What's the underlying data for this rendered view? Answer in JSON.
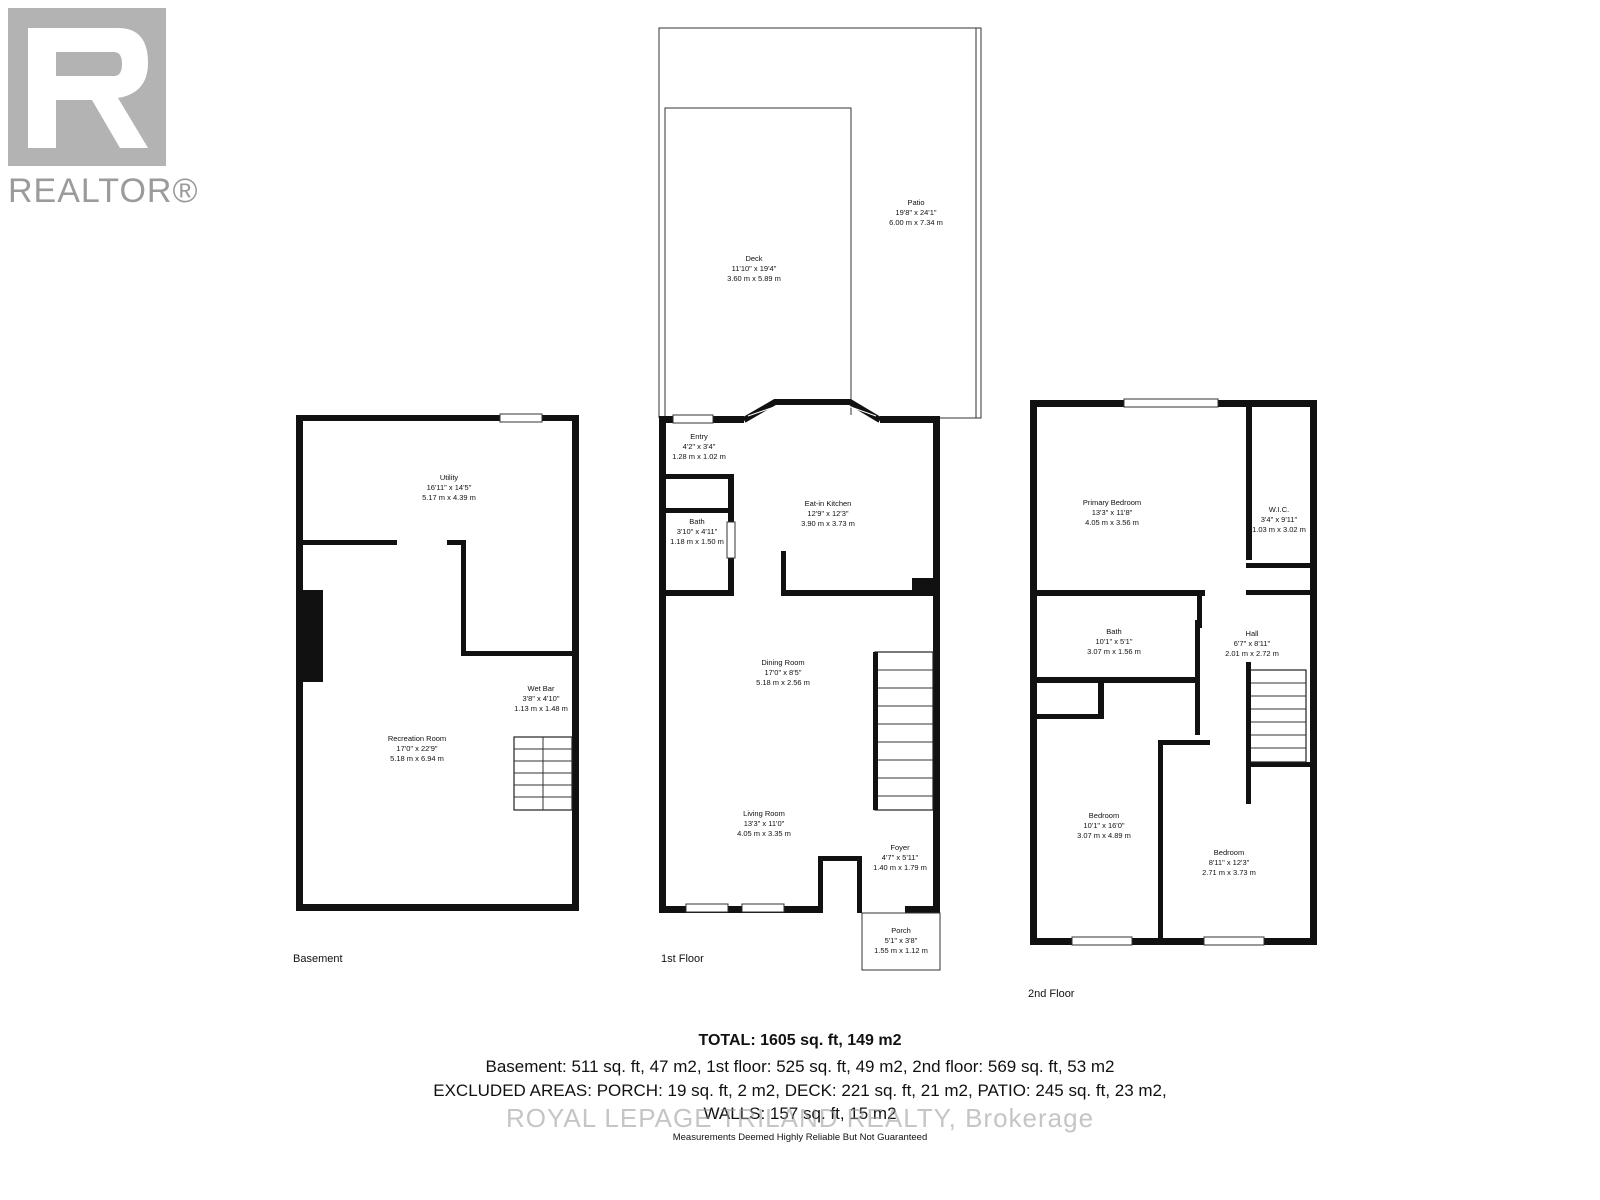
{
  "logo": {
    "text": "REALTOR®"
  },
  "floors": {
    "basement": "Basement",
    "first": "1st Floor",
    "second": "2nd Floor"
  },
  "rooms": {
    "deck": {
      "name": "Deck",
      "imperial": "11'10\" x 19'4\"",
      "metric": "3.60 m x 5.89 m"
    },
    "patio": {
      "name": "Patio",
      "imperial": "19'8\" x 24'1\"",
      "metric": "6.00 m x 7.34 m"
    },
    "entry": {
      "name": "Entry",
      "imperial": "4'2\" x 3'4\"",
      "metric": "1.28 m x 1.02 m"
    },
    "kitchen": {
      "name": "Eat-in Kitchen",
      "imperial": "12'9\" x 12'3\"",
      "metric": "3.90 m x 3.73 m"
    },
    "bath1": {
      "name": "Bath",
      "imperial": "3'10\" x 4'11\"",
      "metric": "1.18 m x 1.50 m"
    },
    "dining": {
      "name": "Dining Room",
      "imperial": "17'0\" x 8'5\"",
      "metric": "5.18 m x 2.56 m"
    },
    "living": {
      "name": "Living Room",
      "imperial": "13'3\" x 11'0\"",
      "metric": "4.05 m x 3.35 m"
    },
    "foyer": {
      "name": "Foyer",
      "imperial": "4'7\" x 5'11\"",
      "metric": "1.40 m x 1.79 m"
    },
    "porch": {
      "name": "Porch",
      "imperial": "5'1\" x 3'8\"",
      "metric": "1.55 m x 1.12 m"
    },
    "utility": {
      "name": "Utility",
      "imperial": "16'11\" x 14'5\"",
      "metric": "5.17 m x 4.39 m"
    },
    "wetbar": {
      "name": "Wet Bar",
      "imperial": "3'8\" x 4'10\"",
      "metric": "1.13 m x 1.48 m"
    },
    "recreation": {
      "name": "Recreation Room",
      "imperial": "17'0\" x 22'9\"",
      "metric": "5.18 m x 6.94 m"
    },
    "primary": {
      "name": "Primary Bedroom",
      "imperial": "13'3\" x 11'8\"",
      "metric": "4.05 m x 3.56 m"
    },
    "wic": {
      "name": "W.I.C.",
      "imperial": "3'4\" x 9'11\"",
      "metric": "1.03 m x 3.02 m"
    },
    "bath2": {
      "name": "Bath",
      "imperial": "10'1\" x 5'1\"",
      "metric": "3.07 m x 1.56 m"
    },
    "hall": {
      "name": "Hall",
      "imperial": "6'7\" x 8'11\"",
      "metric": "2.01 m x 2.72 m"
    },
    "bedroom1": {
      "name": "Bedroom",
      "imperial": "10'1\" x 16'0\"",
      "metric": "3.07 m x 4.89 m"
    },
    "bedroom2": {
      "name": "Bedroom",
      "imperial": "8'11\" x 12'3\"",
      "metric": "2.71 m x 3.73 m"
    }
  },
  "summary": {
    "total": "TOTAL: 1605 sq. ft, 149 m2",
    "line1": "Basement: 511 sq. ft, 47 m2, 1st floor: 525 sq. ft, 49 m2, 2nd floor: 569 sq. ft, 53 m2",
    "line2": "EXCLUDED AREAS: PORCH: 19 sq. ft, 2 m2, DECK: 221 sq. ft, 21 m2, PATIO: 245 sq. ft, 23 m2,",
    "line3": "WALLS: 157 sq. ft, 15 m2",
    "note": "Measurements Deemed Highly Reliable But Not Guaranteed"
  },
  "watermark": "ROYAL LEPAGE TRILAND REALTY, Brokerage"
}
